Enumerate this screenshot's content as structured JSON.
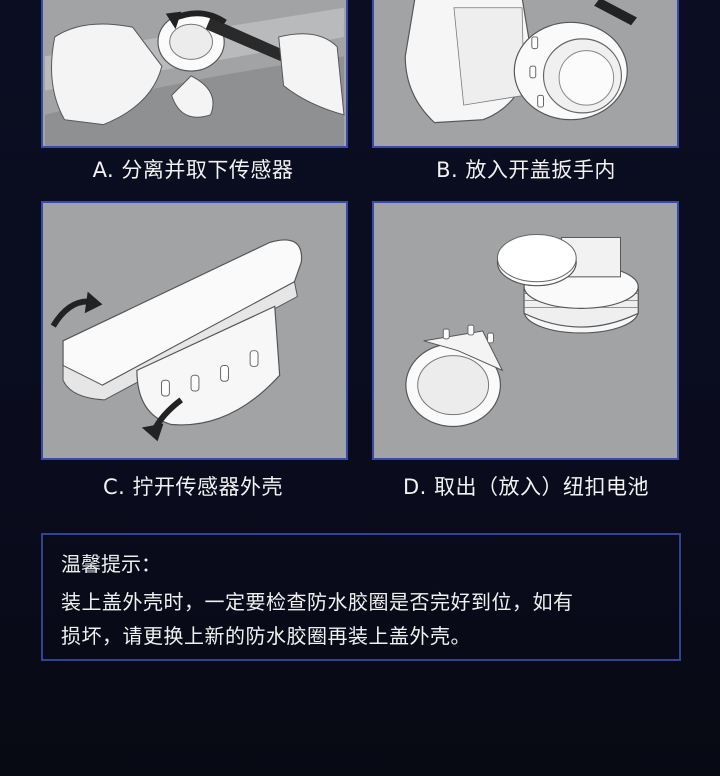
{
  "steps": [
    {
      "caption": "A. 分离并取下传感器",
      "illustration": "sensor-removal-with-wrench"
    },
    {
      "caption": "B. 放入开盖扳手内",
      "illustration": "sensor-in-cap-wrench"
    },
    {
      "caption": "C. 拧开传感器外壳",
      "illustration": "unscrew-sensor-housing"
    },
    {
      "caption": "D. 取出（放入）纽扣电池",
      "illustration": "remove-coin-battery"
    }
  ],
  "tip": {
    "title": "温馨提示：",
    "line1": "装上盖外壳时，一定要检查防水胶圈是否完好到位，如有",
    "line2": "损坏，请更换上新的防水胶圈再装上盖外壳。"
  },
  "colors": {
    "panel_bg": "#a2a3a5",
    "panel_border": "#3a4aa8",
    "tip_border": "#34438f",
    "page_bg": "#0b0d22"
  }
}
